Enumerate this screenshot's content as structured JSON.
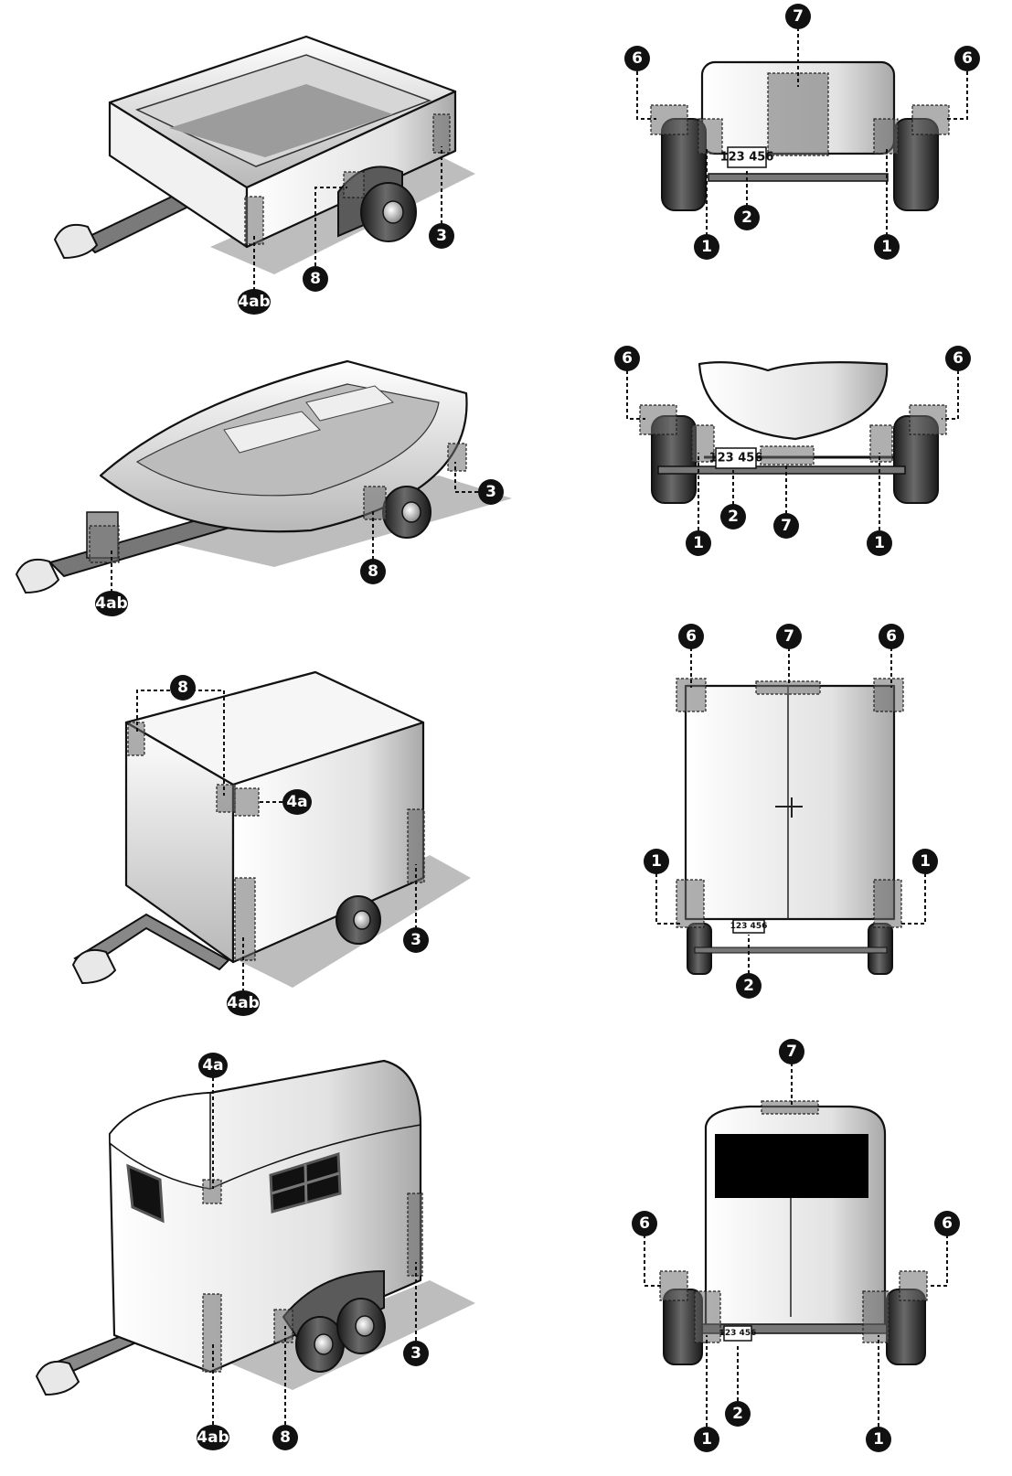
{
  "plate_text": "123 456",
  "markers": {
    "n1": "1",
    "n2": "2",
    "n3": "3",
    "n4a": "4a",
    "n4ab": "4ab",
    "n6": "6",
    "n7": "7",
    "n8": "8"
  },
  "colors": {
    "badge": "#111111",
    "zone": "#6e6e6e",
    "body_light": "#f4f4f4",
    "body_dark": "#9a9a9a"
  }
}
